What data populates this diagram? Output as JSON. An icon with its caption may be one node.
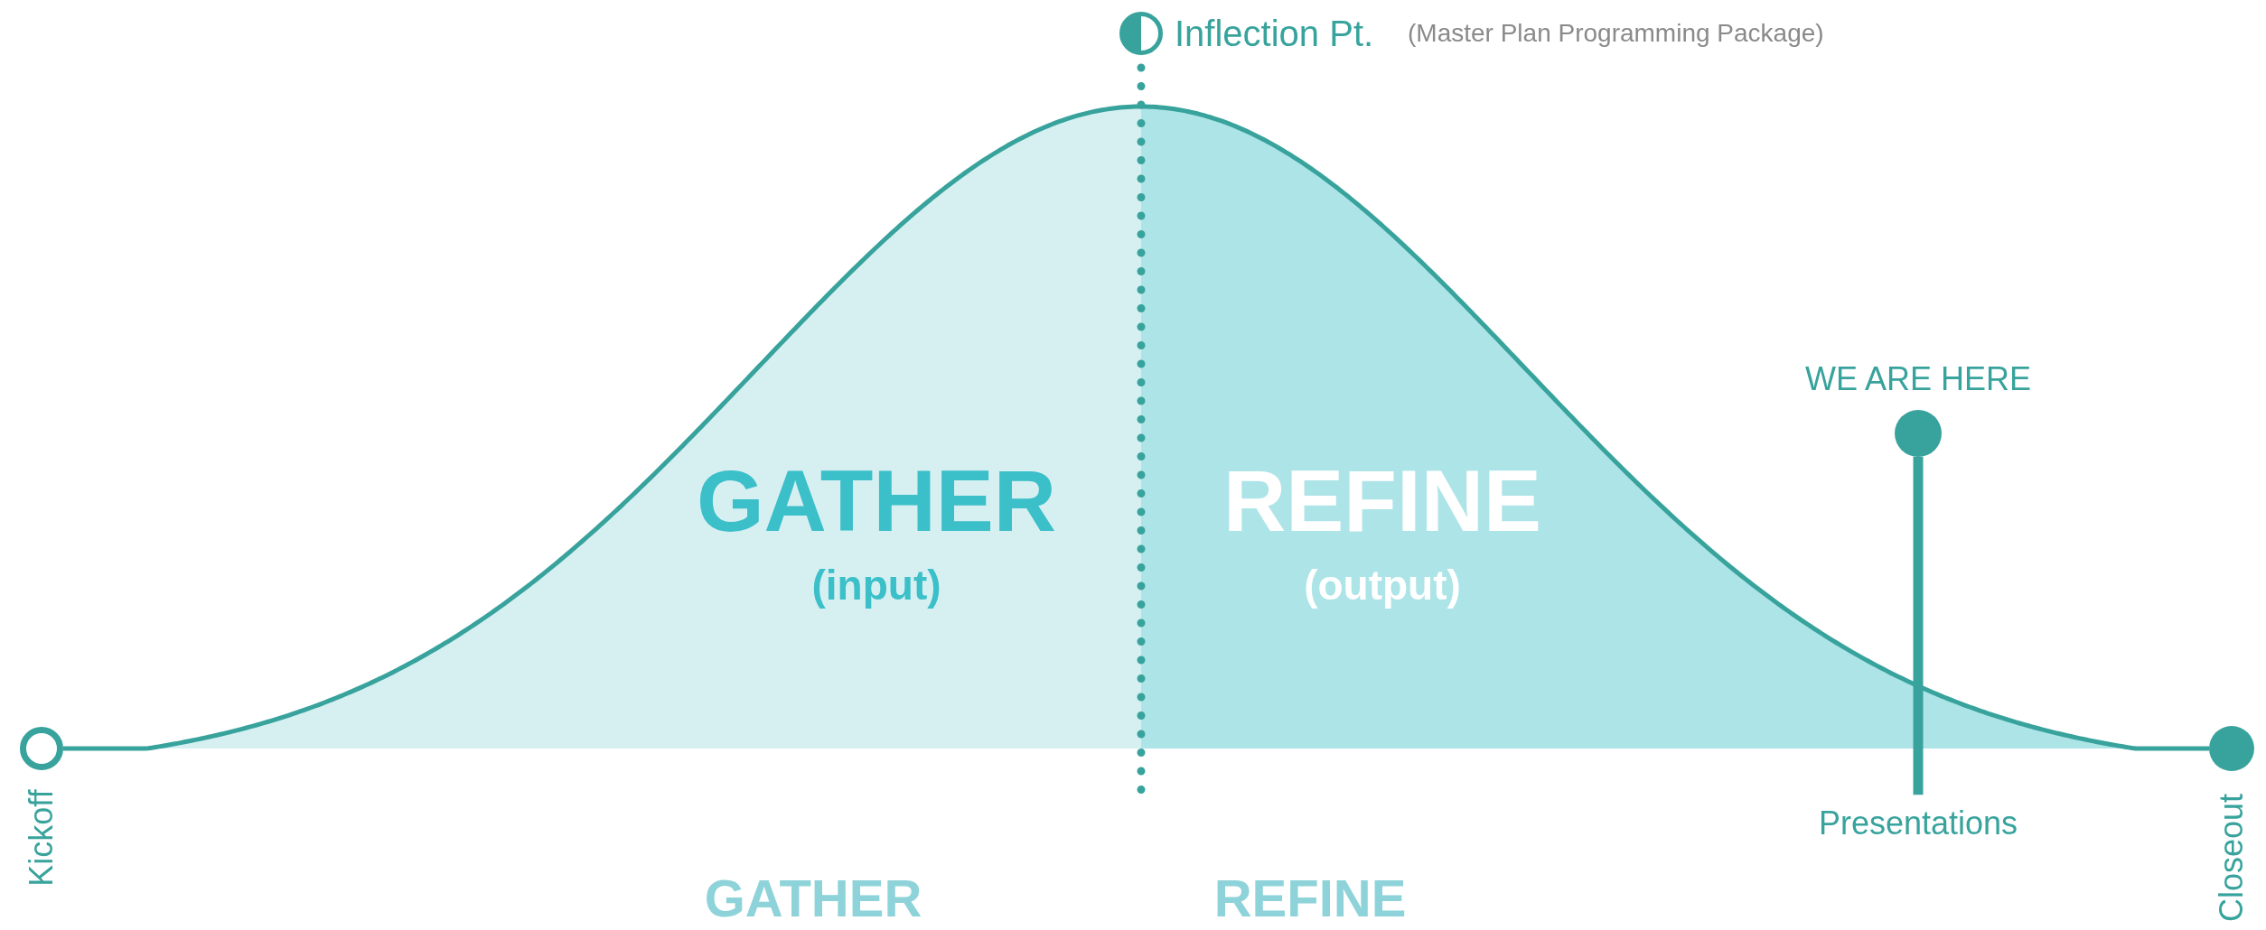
{
  "diagram": {
    "nodes": [
      {
        "text": [],
        "shape": "circle",
        "beside": [
          "Inflection Pt.",
          "(Master Plan Programming Package)"
        ]
      },
      {
        "text": [
          "GATHER",
          "(input)"
        ]
      },
      {
        "text": [
          "REFINE",
          "(output)"
        ]
      },
      {
        "text": [],
        "shape": "circle",
        "beside": [
          "WE ARE HERE"
        ]
      },
      {
        "text": [],
        "shape": "circle",
        "beside": [
          "Kickoff"
        ]
      },
      {
        "text": [
          "Presentations"
        ]
      },
      {
        "text": [],
        "shape": "circle",
        "beside": [
          "Closeout"
        ]
      }
    ],
    "edges": [
      {
        "from": 4,
        "to": 6,
        "arrow": "none"
      },
      {
        "from": 0,
        "to": null,
        "arrow": "none",
        "style": "dashed"
      },
      {
        "from": 3,
        "to": 5,
        "arrow": "none"
      }
    ],
    "labels": [
      "GATHER",
      "REFINE"
    ]
  }
}
